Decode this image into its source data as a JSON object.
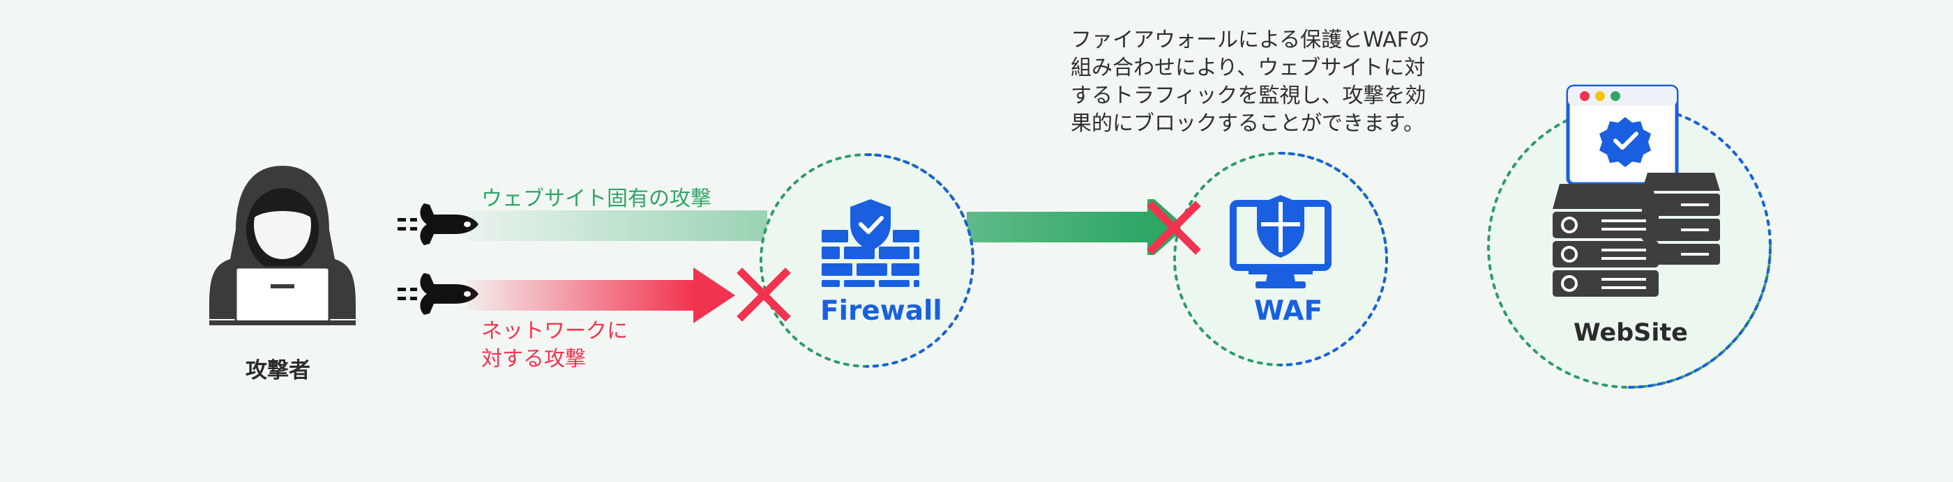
{
  "attacker": {
    "label": "攻撃者",
    "icon": "hacker-icon"
  },
  "attack_app": {
    "label": "ウェブサイト固有の攻撃",
    "color": "#2ea664"
  },
  "attack_net": {
    "label_line1": "ネットワークに",
    "label_line2": "対する攻撃",
    "color": "#f2334f"
  },
  "firewall": {
    "label": "Firewall",
    "icon": "firewall-shield-icon"
  },
  "waf": {
    "label": "WAF",
    "icon": "monitor-shield-icon"
  },
  "website": {
    "label": "WebSite",
    "icon": "server-stack-icon"
  },
  "description": {
    "line1": "ファイアウォールによる保護とWAFの",
    "line2": "組み合わせにより、ウェブサイトに対",
    "line3": "するトラフィックを監視し、攻撃を効",
    "line4": "果的にブロックすることができます。"
  },
  "colors": {
    "background": "#f3f7f4",
    "accent_blue": "#1a5fe0",
    "block_red": "#f2334f",
    "pass_green": "#2ea664"
  }
}
